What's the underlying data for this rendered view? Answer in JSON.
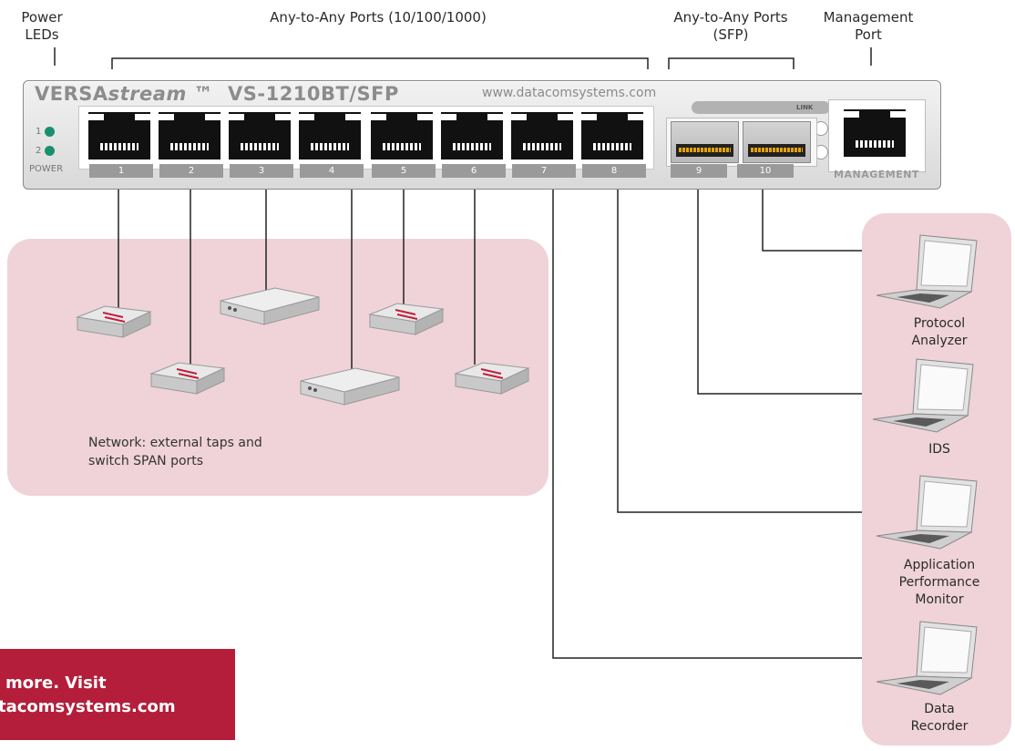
{
  "labels": {
    "power_leds": [
      "Power",
      "LEDs"
    ],
    "ports_copper": "Any-to-Any Ports (10/100/1000)",
    "ports_sfp": [
      "Any-to-Any Ports",
      "(SFP)"
    ],
    "mgmt_port": [
      "Management",
      "Port"
    ]
  },
  "device": {
    "brand_left": "VERSA",
    "brand_italic": "stream",
    "brand_tm": "™",
    "model": "VS-1210BT/SFP",
    "url": "www.datacomsystems.com",
    "power_label": "POWER",
    "led_labels": [
      "1",
      "2"
    ],
    "port_numbers": [
      "1",
      "2",
      "3",
      "4",
      "5",
      "6",
      "7",
      "8",
      "9",
      "10"
    ],
    "link_label": "LINK",
    "management_label": "MANAGEMENT"
  },
  "network": {
    "note_line1": "Network:  external taps and",
    "note_line2": "switch SPAN ports"
  },
  "tools": [
    {
      "lines": [
        "Protocol",
        "Analyzer"
      ]
    },
    {
      "lines": [
        "IDS"
      ]
    },
    {
      "lines": [
        "Application",
        "Performance",
        "Monitor"
      ]
    },
    {
      "lines": [
        "Data",
        "Recorder"
      ]
    }
  ],
  "banner": {
    "line1": "more. Visit",
    "line2": "tacomsystems.com"
  },
  "colors": {
    "pink": "#efd3d8",
    "banner": "#b41e3a",
    "led": "#1a8f6e"
  }
}
